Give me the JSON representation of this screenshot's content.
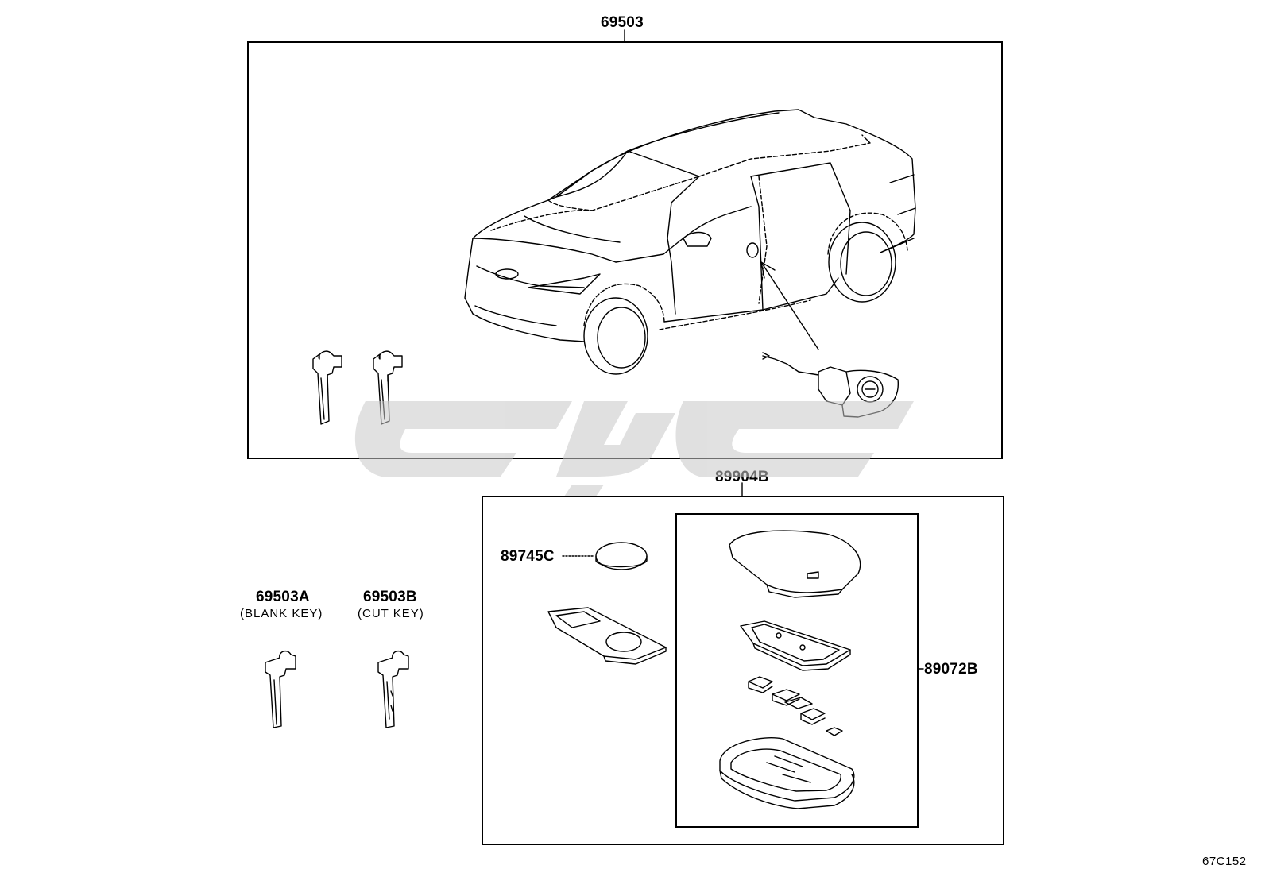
{
  "parts": {
    "main_assembly": "69503",
    "blank_key": {
      "number": "69503A",
      "note": "(BLANK KEY)"
    },
    "cut_key": {
      "number": "69503B",
      "note": "(CUT KEY)"
    },
    "transmitter_set": "89904B",
    "battery": "89745C",
    "transmitter_housing": "89072B"
  },
  "diagram_ref": "67C152",
  "watermark": {
    "color": "#c8c8c8"
  }
}
